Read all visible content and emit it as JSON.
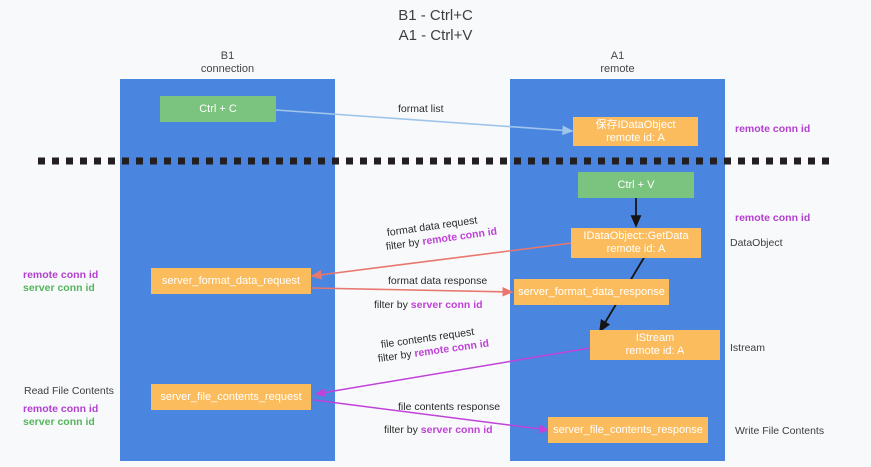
{
  "title": {
    "line1": "B1 - Ctrl+C",
    "line2": "A1 - Ctrl+V"
  },
  "columns": [
    {
      "name": "b1",
      "line1": "B1",
      "line2": "connection"
    },
    {
      "name": "a1",
      "line1": "A1",
      "line2": "remote"
    }
  ],
  "nodes": {
    "ctrl_c": {
      "label": "Ctrl + C",
      "sub": ""
    },
    "save_idataobject": {
      "label": "保存IDataObject",
      "sub": "remote id: A"
    },
    "ctrl_v": {
      "label": "Ctrl + V",
      "sub": ""
    },
    "getdata": {
      "label": "IDataObject::GetData",
      "sub": "remote id: A"
    },
    "server_format_data_request": {
      "label": "server_format_data_request",
      "sub": ""
    },
    "server_format_data_response": {
      "label": "server_format_data_response",
      "sub": ""
    },
    "istream": {
      "label": "IStream",
      "sub": "remote id: A"
    },
    "server_file_contents_request": {
      "label": "server_file_contents_request",
      "sub": ""
    },
    "server_file_contents_response": {
      "label": "server_file_contents_response",
      "sub": ""
    }
  },
  "edge_labels": {
    "format_list": "format list",
    "format_data_request": "format data request",
    "format_data_request_filter_prefix": "filter by ",
    "format_data_request_filter_key": "remote conn id",
    "format_data_response": "format data response",
    "format_data_response_filter_prefix": "filter by ",
    "format_data_response_filter_key": "server conn id",
    "file_contents_request": "file contents request",
    "file_contents_request_filter_prefix": "filter by ",
    "file_contents_request_filter_key": "remote conn id",
    "file_contents_response": "file contents response",
    "file_contents_response_filter_prefix": "filter by ",
    "file_contents_response_filter_key": "server conn id"
  },
  "side_labels": {
    "right_remote_conn_id_top": "remote conn id",
    "right_remote_conn_id_mid": "remote conn id",
    "right_dataobject": "DataObject",
    "right_istream": "Istream",
    "right_write_file_contents": "Write File Contents",
    "left_remote_conn_id_1": "remote conn id",
    "left_server_conn_id_1": "server conn id",
    "left_read_file_contents": "Read File Contents",
    "left_remote_conn_id_2": "remote conn id",
    "left_server_conn_id_2": "server conn id"
  },
  "colors": {
    "lane": "#4a86e0",
    "node_orange": "#fbbc5e",
    "node_green": "#7bc47f",
    "accent_purple": "#b23fd0",
    "accent_green": "#56b45e",
    "edge_blue": "#9fc6ea",
    "edge_red": "#e8776f",
    "edge_magenta": "#c042d8",
    "edge_black": "#141414",
    "background": "#f8f9fa"
  }
}
